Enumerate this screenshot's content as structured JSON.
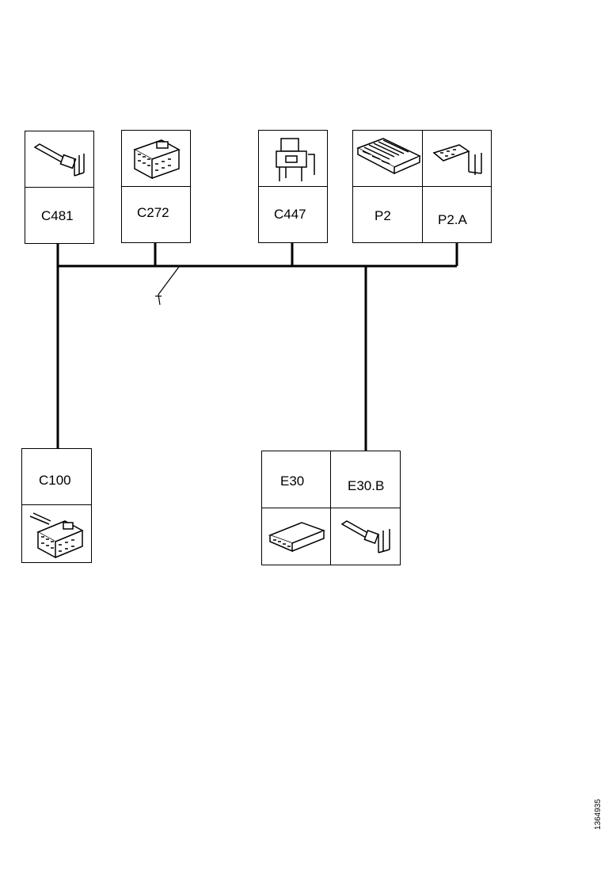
{
  "connectors": {
    "c481": "C481",
    "c272": "C272",
    "c447": "C447",
    "p2": "P2",
    "p2a": "P2.A",
    "c100": "C100",
    "e30": "E30",
    "e30b": "E30.B"
  },
  "icons": {
    "c481": "connector-clip-icon",
    "c272": "multi-pin-connector-icon",
    "c447": "bracket-connector-icon",
    "p2": "junction-block-icon",
    "p2a": "connector-clip-icon",
    "c100": "multi-pin-connector-icon",
    "e30": "control-module-icon",
    "e30b": "connector-clip-icon"
  },
  "figure_ref": "1364935"
}
